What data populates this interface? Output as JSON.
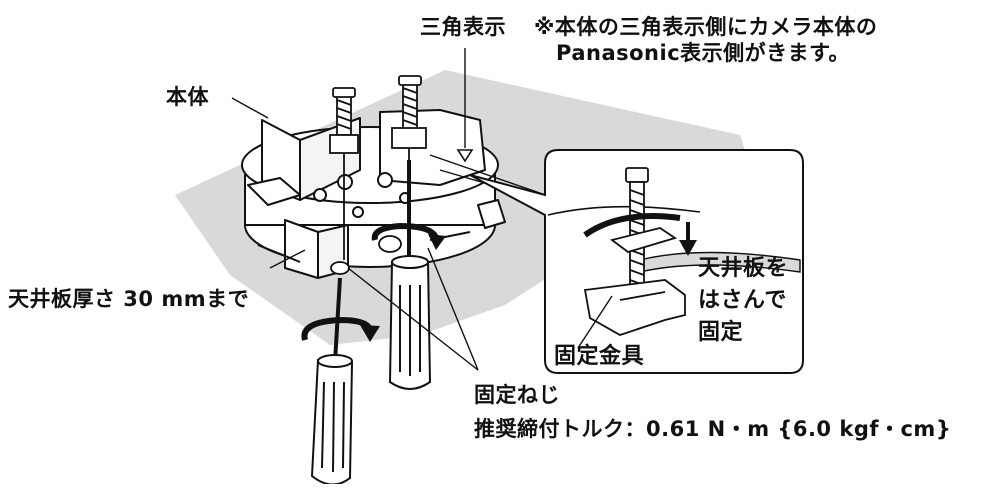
{
  "labels": {
    "triangle_mark": "三角表示",
    "note_line1": "※本体の三角表示側にカメラ本体の",
    "note_line2": "Panasonic表示側がきます。",
    "main_body": "本体",
    "ceiling_thickness": "天井板厚さ 30 mmまで",
    "fixing_screw": "固定ねじ",
    "torque": "推奨締付トルク：0.61 N・m {6.0 kgf・cm}",
    "inset_clamp_line1": "天井板を",
    "inset_clamp_line2": "はさんで",
    "inset_clamp_line3": "固定",
    "inset_bracket": "固定金具"
  },
  "colors": {
    "ceiling": "#d9d9d9",
    "line": "#111111",
    "fill": "#ffffff",
    "handle": "#ffffff"
  },
  "icons": [
    "screwdriver-icon",
    "rotate-arrow-icon",
    "down-arrow-icon",
    "triangle-mark-icon"
  ]
}
